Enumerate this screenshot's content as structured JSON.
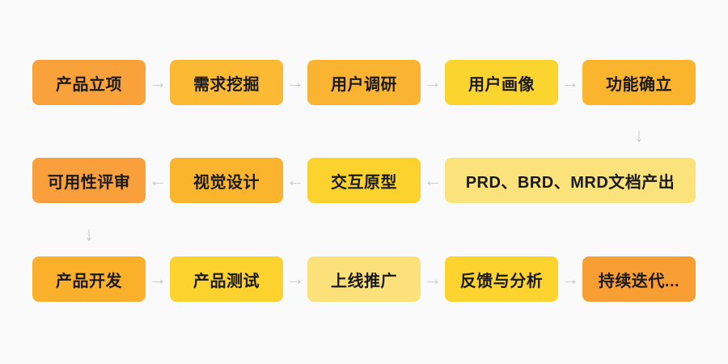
{
  "palette": {
    "background": "#FAFAFA",
    "arrow": "#C8C8C8",
    "text": "#1A1A1A",
    "orange": "#F9A03C",
    "amber": "#FBB42E",
    "yellow": "#FCD22E",
    "light_yellow": "#FCE17B"
  },
  "glyphs": {
    "right": "→",
    "left": "←",
    "down": "↓"
  },
  "rows": [
    {
      "direction": "right",
      "nodes": [
        {
          "label": "产品立项",
          "color": "#F9A23B"
        },
        {
          "label": "需求挖掘",
          "color": "#FCBA34"
        },
        {
          "label": "用户调研",
          "color": "#FBB431"
        },
        {
          "label": "用户画像",
          "color": "#FCD430"
        },
        {
          "label": "功能确立",
          "color": "#FBB42D"
        }
      ]
    },
    {
      "direction": "left",
      "nodes": [
        {
          "label": "可用性评审",
          "color": "#F9A03C"
        },
        {
          "label": "视觉设计",
          "color": "#FBB42E"
        },
        {
          "label": "交互原型",
          "color": "#FCD22E"
        },
        {
          "label": "PRD、BRD、MRD文档产出",
          "color": "#FBE27B"
        }
      ]
    },
    {
      "direction": "right",
      "nodes": [
        {
          "label": "产品开发",
          "color": "#FBB02C"
        },
        {
          "label": "产品测试",
          "color": "#FCD22E"
        },
        {
          "label": "上线推广",
          "color": "#FCE07A"
        },
        {
          "label": "反馈与分析",
          "color": "#FCD32F"
        },
        {
          "label": "持续迭代...",
          "color": "#F99E33"
        }
      ]
    }
  ]
}
